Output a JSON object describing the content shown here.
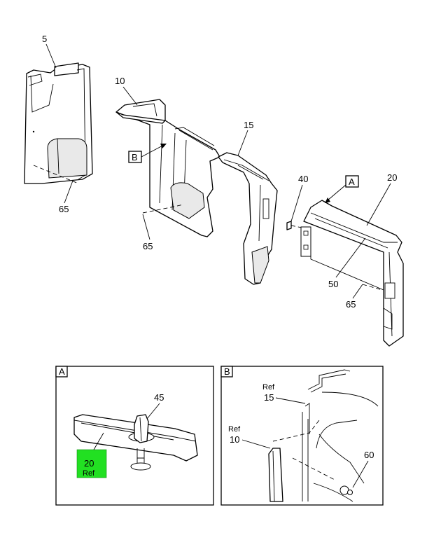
{
  "callouts": {
    "c5": "5",
    "c10": "10",
    "c15": "15",
    "c20": "20",
    "c40": "40",
    "c50": "50",
    "c65_a": "65",
    "c65_b": "65",
    "c65_c": "65",
    "flag_b_main": "B",
    "flag_a_main": "A"
  },
  "detail_a": {
    "title": "A",
    "c45": "45",
    "ref_num": "20",
    "ref_text": "Ref",
    "highlight_color": "#22e022"
  },
  "detail_b": {
    "title": "B",
    "ref15_text": "Ref",
    "ref15_num": "15",
    "ref10_text": "Ref",
    "ref10_num": "10",
    "c60": "60"
  }
}
